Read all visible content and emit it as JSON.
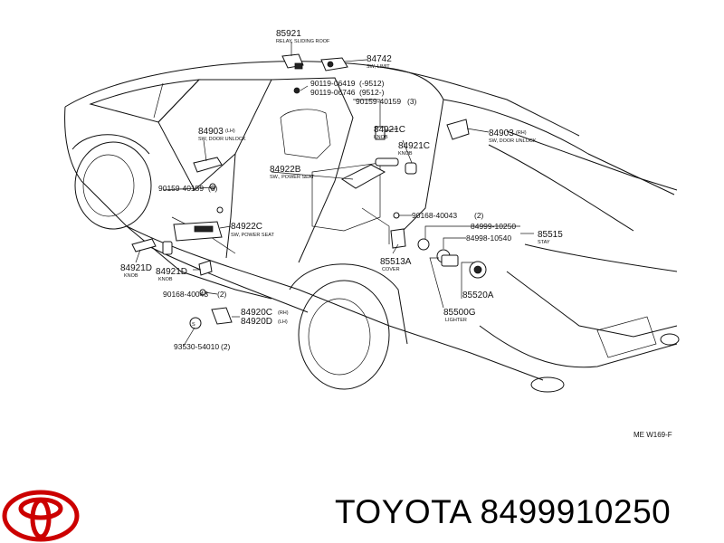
{
  "callouts": [
    {
      "id": "c85921",
      "number": "85921",
      "sub": "RELAY, SLIDING ROOF"
    },
    {
      "id": "c84742",
      "number": "84742",
      "sub": "SW, LIMIT"
    },
    {
      "id": "c90119a",
      "number": "90119-06419",
      "sub": "(-9512)"
    },
    {
      "id": "c90119b",
      "number": "90119-06746",
      "sub": "(9512-)"
    },
    {
      "id": "c90159r",
      "number": "90159-40159",
      "sub": "(3)"
    },
    {
      "id": "c84903lh",
      "number": "84903",
      "sub": "(LH)"
    },
    {
      "id": "c84903lh2",
      "number": "",
      "sub": "SW, DOOR UNLOCK"
    },
    {
      "id": "c84921c1",
      "number": "84921C",
      "sub": "KNOB"
    },
    {
      "id": "c84921c2",
      "number": "84921C",
      "sub": "KNOB"
    },
    {
      "id": "c84903rh",
      "number": "84903",
      "sub": "(RH)"
    },
    {
      "id": "c84903rh2",
      "number": "",
      "sub": "SW, DOOR UNLOCK"
    },
    {
      "id": "c84922b",
      "number": "84922B",
      "sub": "SW., POWER SEAT"
    },
    {
      "id": "c90159l",
      "number": "90159-40159",
      "sub": "(3)"
    },
    {
      "id": "c84922c",
      "number": "84922C",
      "sub": "SW, POWER SEAT"
    },
    {
      "id": "c90168r",
      "number": "90168-40043",
      "sub": "(2)"
    },
    {
      "id": "c84999",
      "number": "84999-10250",
      "sub": ""
    },
    {
      "id": "c85515",
      "number": "85515",
      "sub": "STAY"
    },
    {
      "id": "c84998",
      "number": "84998-10540",
      "sub": ""
    },
    {
      "id": "c85513a",
      "number": "85513A",
      "sub": "COVER"
    },
    {
      "id": "c84921dl",
      "number": "84921D",
      "sub": "KNOB"
    },
    {
      "id": "c84921dr",
      "number": "84921D",
      "sub": "KNOB"
    },
    {
      "id": "c85520a",
      "number": "85520A",
      "sub": ""
    },
    {
      "id": "c85500g",
      "number": "85500G",
      "sub": "LIGHTER"
    },
    {
      "id": "c90168l",
      "number": "90168-40043",
      "sub": "(2)"
    },
    {
      "id": "c84920c",
      "number": "84920C",
      "sub": "(RH)"
    },
    {
      "id": "c84920d",
      "number": "84920D",
      "sub": "(LH)"
    },
    {
      "id": "c93530",
      "number": "93530-54010",
      "sub": "(2)"
    }
  ],
  "figure_code": "ME W169-F",
  "brand": "TOYOTA",
  "part_number": "8499910250",
  "brand_color": "#cc0000"
}
